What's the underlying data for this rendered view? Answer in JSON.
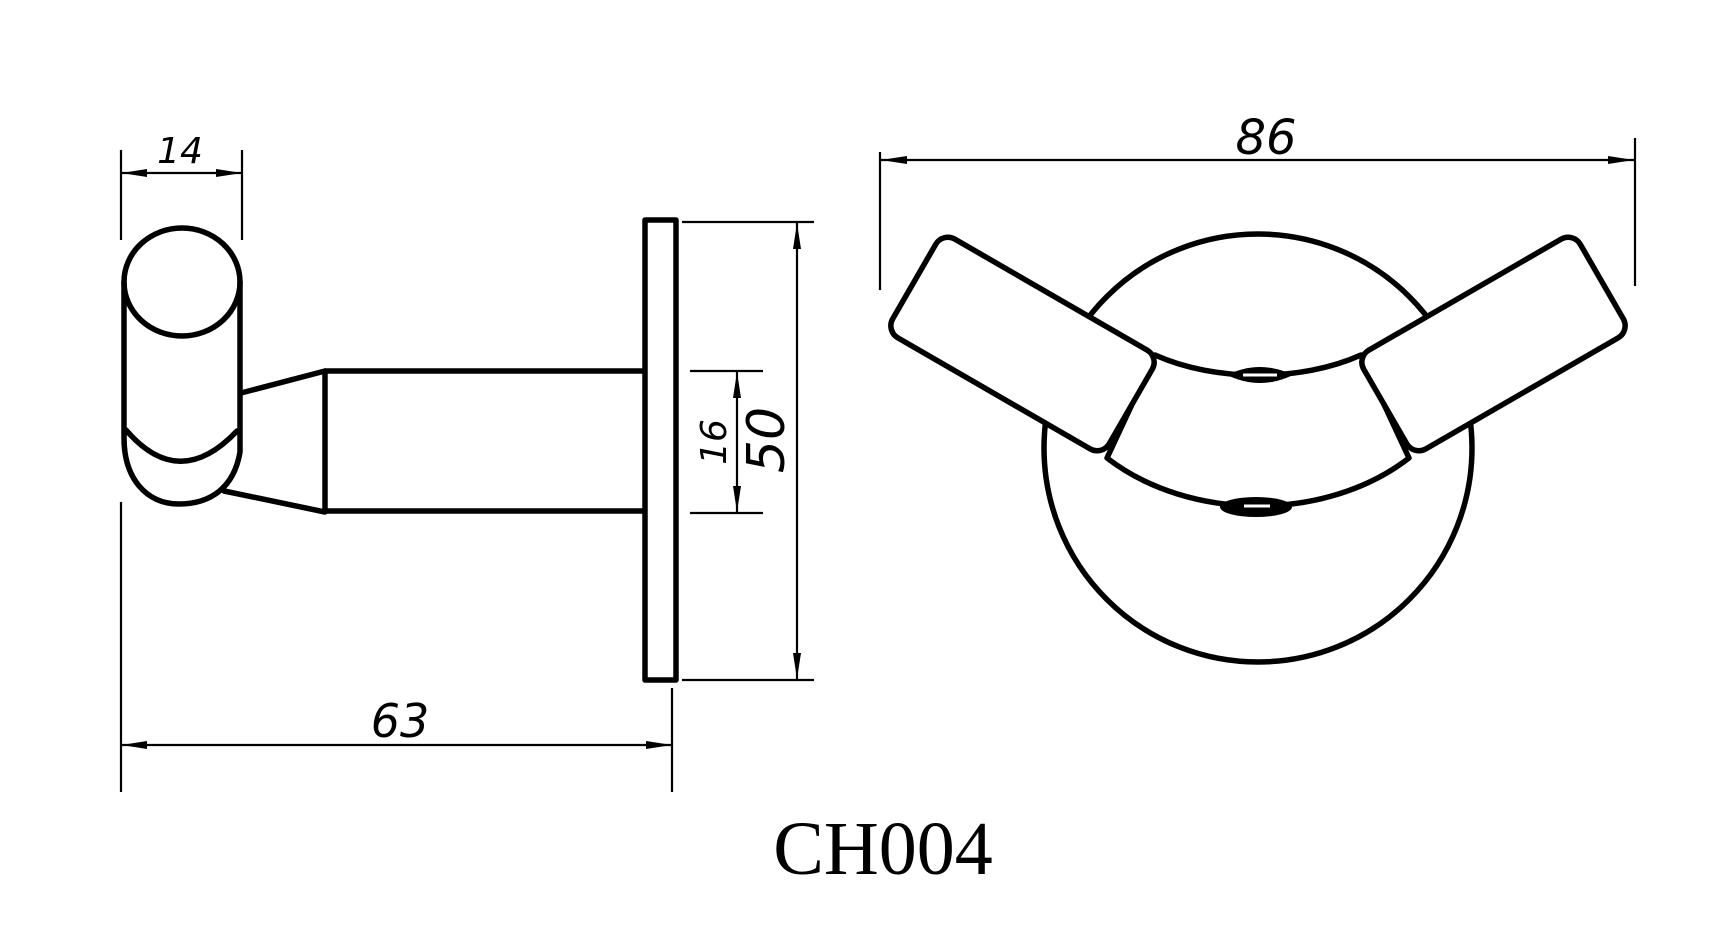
{
  "model_label": "CH004",
  "colors": {
    "line": "#000000",
    "background": "#ffffff"
  },
  "dimensions": {
    "knob_width": "14",
    "overall_depth": "63",
    "arm_diameter": "16",
    "plate_height": "50",
    "overall_width": "86"
  }
}
